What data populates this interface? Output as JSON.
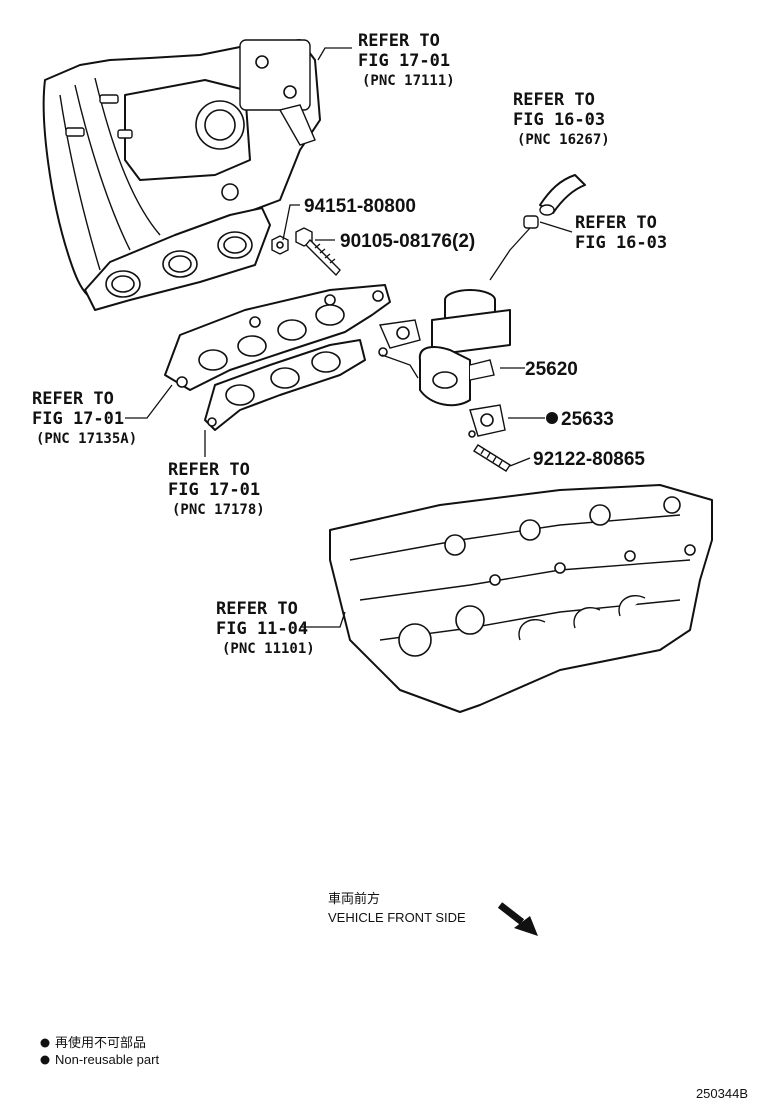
{
  "callouts": {
    "intake_manifold": {
      "refer": "REFER TO",
      "fig": "FIG 17-01",
      "pnc": "(PNC 17111)"
    },
    "hose_top": {
      "refer": "REFER TO",
      "fig": "FIG 16-03",
      "pnc": "(PNC 16267)"
    },
    "hose_clamp": {
      "refer": "REFER TO",
      "fig": "FIG 16-03"
    },
    "manifold_gasket": {
      "refer": "REFER TO",
      "fig": "FIG 17-01",
      "pnc": "(PNC 17135A)"
    },
    "inner_gasket": {
      "refer": "REFER TO",
      "fig": "FIG 17-01",
      "pnc": "(PNC 17178)"
    },
    "cylinder_head": {
      "refer": "REFER TO",
      "fig": "FIG 11-04",
      "pnc": "(PNC 11101)"
    }
  },
  "parts": {
    "nut": "94151-80800",
    "bolt": "90105-08176(2)",
    "egr_valve": "25620",
    "gasket_non_reusable": "25633",
    "stud_bolt": "92122-80865"
  },
  "direction": {
    "jp": "車両前方",
    "en": "VEHICLE FRONT SIDE"
  },
  "legend": {
    "jp": "再使用不可部品",
    "en": "Non-reusable part"
  },
  "figure_code": "250344B"
}
